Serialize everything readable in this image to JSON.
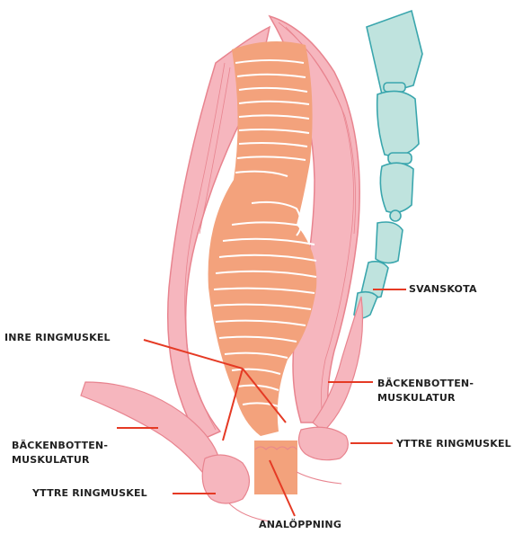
{
  "labels": {
    "inre_ringmuskel": "INRE RINGMUSKEL",
    "svanskota": "SVANSKOTA",
    "backenbotten_right_line1": "BÄCKENBOTTEN-",
    "backenbotten_right_line2": "MUSKULATUR",
    "backenbotten_left_line1": "BÄCKENBOTTEN-",
    "backenbotten_left_line2": "MUSKULATUR",
    "yttre_ringmuskel_right": "YTTRE RINGMUSKEL",
    "yttre_ringmuskel_left": "YTTRE RINGMUSKEL",
    "analoppning": "ANALÖPPNING"
  },
  "colors": {
    "leader_line": "#e53a24",
    "muscle_fill": "#f6b6be",
    "muscle_stroke": "#e8848f",
    "lumen_fill": "#f3a27c",
    "fold_white": "#ffffff",
    "bone_fill": "#bfe3de",
    "bone_stroke": "#3aa6ad"
  }
}
